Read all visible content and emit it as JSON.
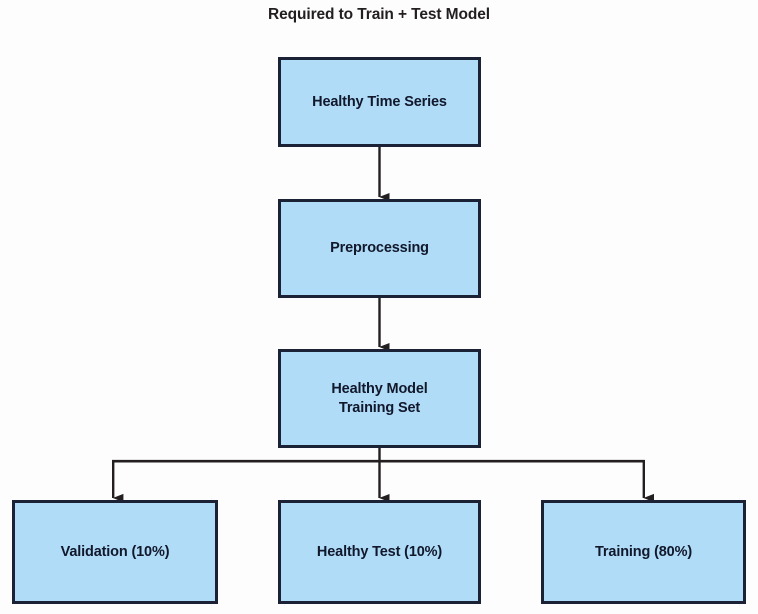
{
  "diagram": {
    "title": "Required to Train + Test Model",
    "type": "flowchart",
    "orientation": "top-to-bottom",
    "colors": {
      "node_fill": "#b0dcf8",
      "node_border": "#1b2236",
      "text": "#12182b",
      "edge": "#231f20",
      "background": "#fdfdfd"
    },
    "nodes": [
      {
        "id": "healthy-time-series",
        "label": "Healthy Time Series"
      },
      {
        "id": "preprocessing",
        "label": "Preprocessing"
      },
      {
        "id": "training-set",
        "label": "Healthy Model\nTraining Set"
      },
      {
        "id": "validation",
        "label": "Validation (10%)"
      },
      {
        "id": "healthy-test",
        "label": "Healthy Test (10%)"
      },
      {
        "id": "training",
        "label": "Training (80%)"
      }
    ],
    "edges": [
      {
        "from": "healthy-time-series",
        "to": "preprocessing"
      },
      {
        "from": "preprocessing",
        "to": "training-set"
      },
      {
        "from": "training-set",
        "to": "validation"
      },
      {
        "from": "training-set",
        "to": "healthy-test"
      },
      {
        "from": "training-set",
        "to": "training"
      }
    ]
  }
}
